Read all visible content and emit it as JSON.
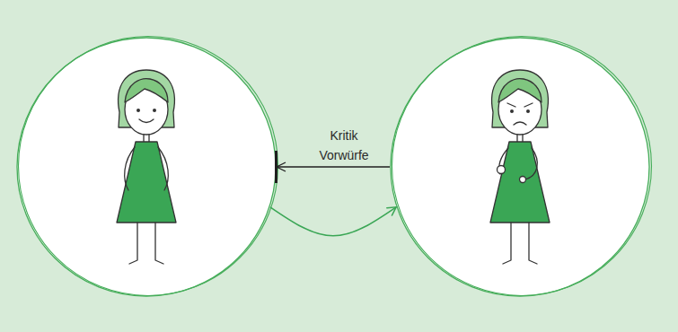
{
  "diagram": {
    "nodes": [
      {
        "text": []
      },
      {
        "text": []
      }
    ],
    "edges": [
      {
        "from": 1,
        "to": 0,
        "arrow": "to",
        "label": "Kritik Vorwürfe"
      },
      {
        "from": 0,
        "to": 1,
        "arrow": "to"
      }
    ]
  }
}
